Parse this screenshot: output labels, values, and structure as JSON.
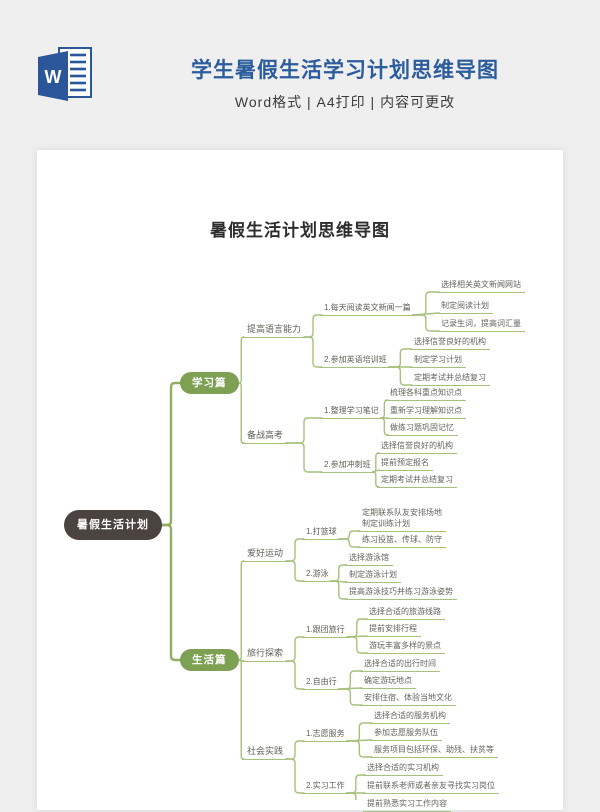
{
  "header": {
    "icon_letter": "W",
    "title": "学生暑假生活学习计划思维导图",
    "subtitle": "Word格式 | A4打印 | 内容可更改"
  },
  "page": {
    "title": "暑假生活计划思维导图"
  },
  "mindmap": {
    "root": "暑假生活计划",
    "branches": [
      {
        "label": "学习篇",
        "children": [
          {
            "label": "提高语言能力",
            "children": [
              {
                "label": "1.每天阅读英文新闻一篇",
                "leaves": [
                  "选择相关英文新闻网站",
                  "制定阅读计划",
                  "记录生词，提高词汇量"
                ]
              },
              {
                "label": "2.参加英语培训班",
                "leaves": [
                  "选择信誉良好的机构",
                  "制定学习计划",
                  "定期考试并总结复习"
                ]
              }
            ]
          },
          {
            "label": "备战高考",
            "children": [
              {
                "label": "1.整理学习笔记",
                "leaves": [
                  "梳理各科重点知识点",
                  "重新学习理解知识点",
                  "做练习题巩固记忆"
                ]
              },
              {
                "label": "2.参加冲刺班",
                "leaves": [
                  "选择信誉良好的机构",
                  "提前预定报名",
                  "定期考试并总结复习"
                ]
              }
            ]
          }
        ]
      },
      {
        "label": "生活篇",
        "children": [
          {
            "label": "爱好运动",
            "children": [
              {
                "label": "1.打篮球",
                "leaves": [
                  "定期联系队友安排场地\n制定训练计划",
                  "练习投篮、传球、防守"
                ]
              },
              {
                "label": "2.游泳",
                "leaves": [
                  "选择游泳馆",
                  "制定游泳计划",
                  "提高游泳技巧并练习游泳姿势"
                ]
              }
            ]
          },
          {
            "label": "旅行探索",
            "children": [
              {
                "label": "1.跟团旅行",
                "leaves": [
                  "选择合适的旅游线路",
                  "提前安排行程",
                  "游玩丰富多样的景点"
                ]
              },
              {
                "label": "2.自由行",
                "leaves": [
                  "选择合适的出行时间",
                  "确定游玩地点",
                  "安排住宿、体验当地文化"
                ]
              }
            ]
          },
          {
            "label": "社会实践",
            "children": [
              {
                "label": "1.志愿服务",
                "leaves": [
                  "选择合适的服务机构",
                  "参加志愿服务队伍",
                  "服务项目包括环保、助残、扶贫等"
                ]
              },
              {
                "label": "2.实习工作",
                "leaves": [
                  "选择合适的实习机构",
                  "提前联系老师或者亲友寻找实习岗位",
                  "提前熟悉实习工作内容"
                ]
              }
            ]
          }
        ]
      }
    ],
    "colors": {
      "connector_line": "#a6c17c",
      "branch_pill": "#7da053",
      "root_pill": "#4a4340",
      "node_text": "#5e6156",
      "title_blue": "#2b5c9e",
      "word_icon_blue": "#2b579a"
    }
  }
}
